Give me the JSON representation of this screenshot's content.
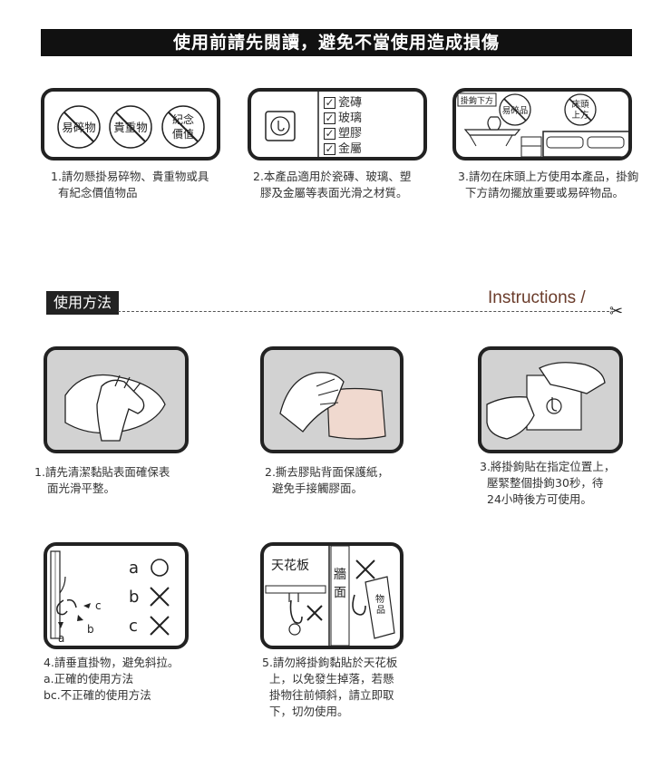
{
  "banner": {
    "title": "使用前請先閱讀，避免不當使用造成損傷"
  },
  "warnings": [
    {
      "circles": [
        "易碎物",
        "貴重物",
        "紀念價值"
      ],
      "caption": [
        "1.請勿懸掛易碎物、貴重物或具",
        "有紀念價值物品"
      ]
    },
    {
      "materials": [
        "瓷磚",
        "玻璃",
        "塑膠",
        "金屬"
      ],
      "caption": [
        "2.本產品適用於瓷磚、玻璃、塑",
        "膠及金屬等表面光滑之材質。"
      ]
    },
    {
      "labels": [
        "掛鉤下方",
        "易碎品",
        "床頭上方"
      ],
      "caption": [
        "3.請勿在床頭上方使用本產品，掛鉤",
        "下方請勿擺放重要或易碎物品。"
      ]
    }
  ],
  "section": {
    "label": "使用方法",
    "en": "Instructions /"
  },
  "steps": [
    {
      "caption": [
        "1.請先清潔黏貼表面確保表",
        "面光滑平整。"
      ]
    },
    {
      "caption": [
        "2.撕去膠貼背面保護紙，",
        "避免手接觸膠面。"
      ]
    },
    {
      "caption": [
        "3.將掛鉤貼在指定位置上，",
        "壓緊整個掛鉤30秒，待",
        "24小時後方可使用。"
      ]
    },
    {
      "diagram": {
        "letters": [
          "a",
          "b",
          "c"
        ],
        "side_letters": [
          "c",
          "b",
          "a"
        ]
      },
      "caption": [
        "4.請垂直掛物，避免斜拉。",
        "a.正確的使用方法",
        "bc.不正確的使用方法"
      ]
    },
    {
      "diagram": {
        "ceiling": "天花板",
        "wall": "牆面",
        "item": "物品"
      },
      "caption": [
        "5.請勿將掛鉤黏貼於天花板",
        "上，以免發生掉落，若懸",
        "掛物往前傾斜，請立即取",
        "下，切勿使用。"
      ]
    }
  ]
}
